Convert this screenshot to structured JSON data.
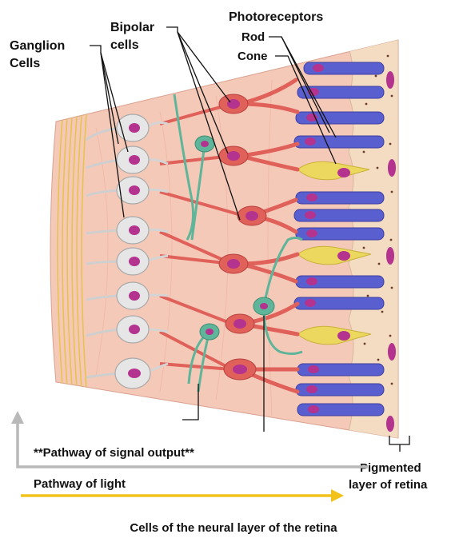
{
  "labels": {
    "ganglion_line1": "Ganglion",
    "ganglion_line2": "Cells",
    "bipolar_line1": "Bipolar",
    "bipolar_line2": "cells",
    "photoreceptors": "Photoreceptors",
    "rod": "Rod",
    "cone": "Cone",
    "pigmented_line1": "Pigmented",
    "pigmented_line2": "layer of retina",
    "signal_output": "**Pathway of signal output**",
    "light": "Pathway of light"
  },
  "caption": "Cells of the neural layer of the retina",
  "colors": {
    "tissue": "#f5c9b8",
    "pigment": "#f3dcc2",
    "nerve_fibers": "#e8c250",
    "ganglion": "#e6e6e6",
    "bipolar": "#e0605a",
    "nucleus": "#b3338f",
    "rod": "#5a5fcf",
    "cone": "#ecd85e",
    "horizontal_cell": "#5fb59a",
    "signal_arrow": "#b9b9b9",
    "light_arrow": "#f2c21b"
  }
}
